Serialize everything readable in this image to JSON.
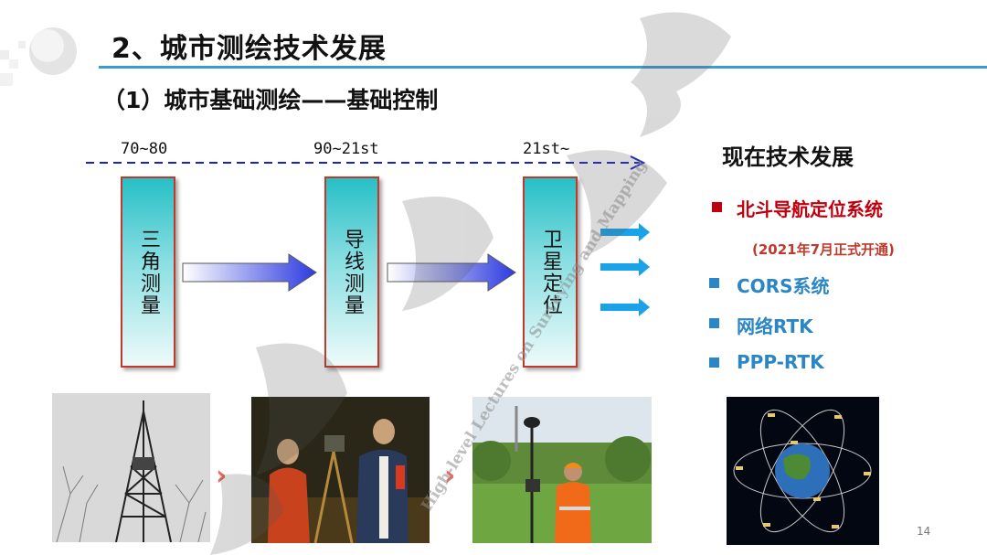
{
  "header": {
    "title": "2、城市测绘技术发展",
    "subtitle": "（1）城市基础测绘——基础控制"
  },
  "timeline": {
    "eras": [
      "70~80",
      "90~21st",
      "21st~"
    ]
  },
  "methods": [
    "三角测量",
    "导线测量",
    "卫星定位"
  ],
  "current_tech": {
    "title": "现在技术发展",
    "items": [
      {
        "label": "北斗导航定位系统",
        "color": "#c0000e"
      },
      {
        "label": "CORS系统",
        "color": "#2b86c5"
      },
      {
        "label": "网络RTK",
        "color": "#2b86c5"
      },
      {
        "label": "PPP-RTK",
        "color": "#2b86c5"
      }
    ],
    "note": "(2021年7月正式开通)"
  },
  "page_number": "14",
  "watermark": {
    "text": "High-level Lectures on Surveying and Mapping"
  },
  "colors": {
    "accent": "#3d9bd1",
    "box_fill": "#27bfc6",
    "box_border": "#c0392b",
    "arrow_blue": "#2d3be0",
    "bullet_red": "#c0000e",
    "bullet_blue": "#2b86c5"
  }
}
